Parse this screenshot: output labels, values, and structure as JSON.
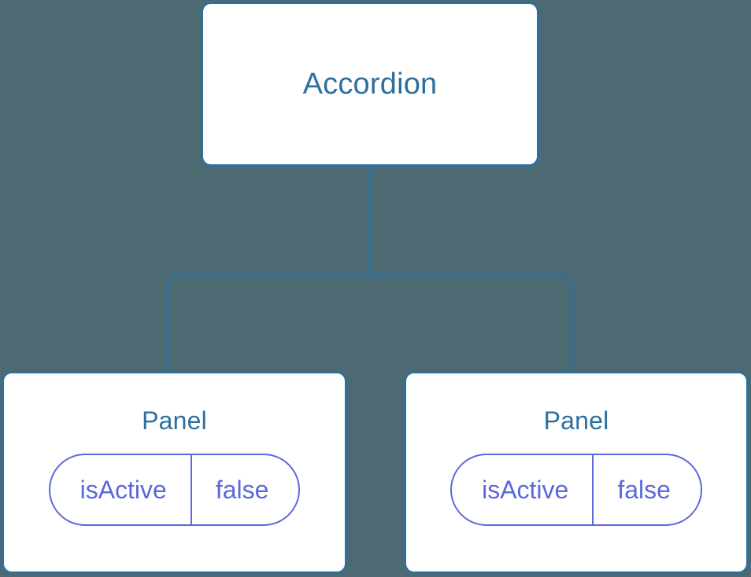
{
  "diagram": {
    "background_color": "#4d6a73",
    "node_border_color": "#2f6f9e",
    "node_fill_color": "#ffffff",
    "title_text_color": "#2e6f9e",
    "prop_accent_color": "#5b68dc",
    "connector_color": "#2f6f9e",
    "root": {
      "title": "Accordion"
    },
    "panels": [
      {
        "title": "Panel",
        "prop": {
          "key": "isActive",
          "value": "false"
        }
      },
      {
        "title": "Panel",
        "prop": {
          "key": "isActive",
          "value": "false"
        }
      }
    ]
  }
}
